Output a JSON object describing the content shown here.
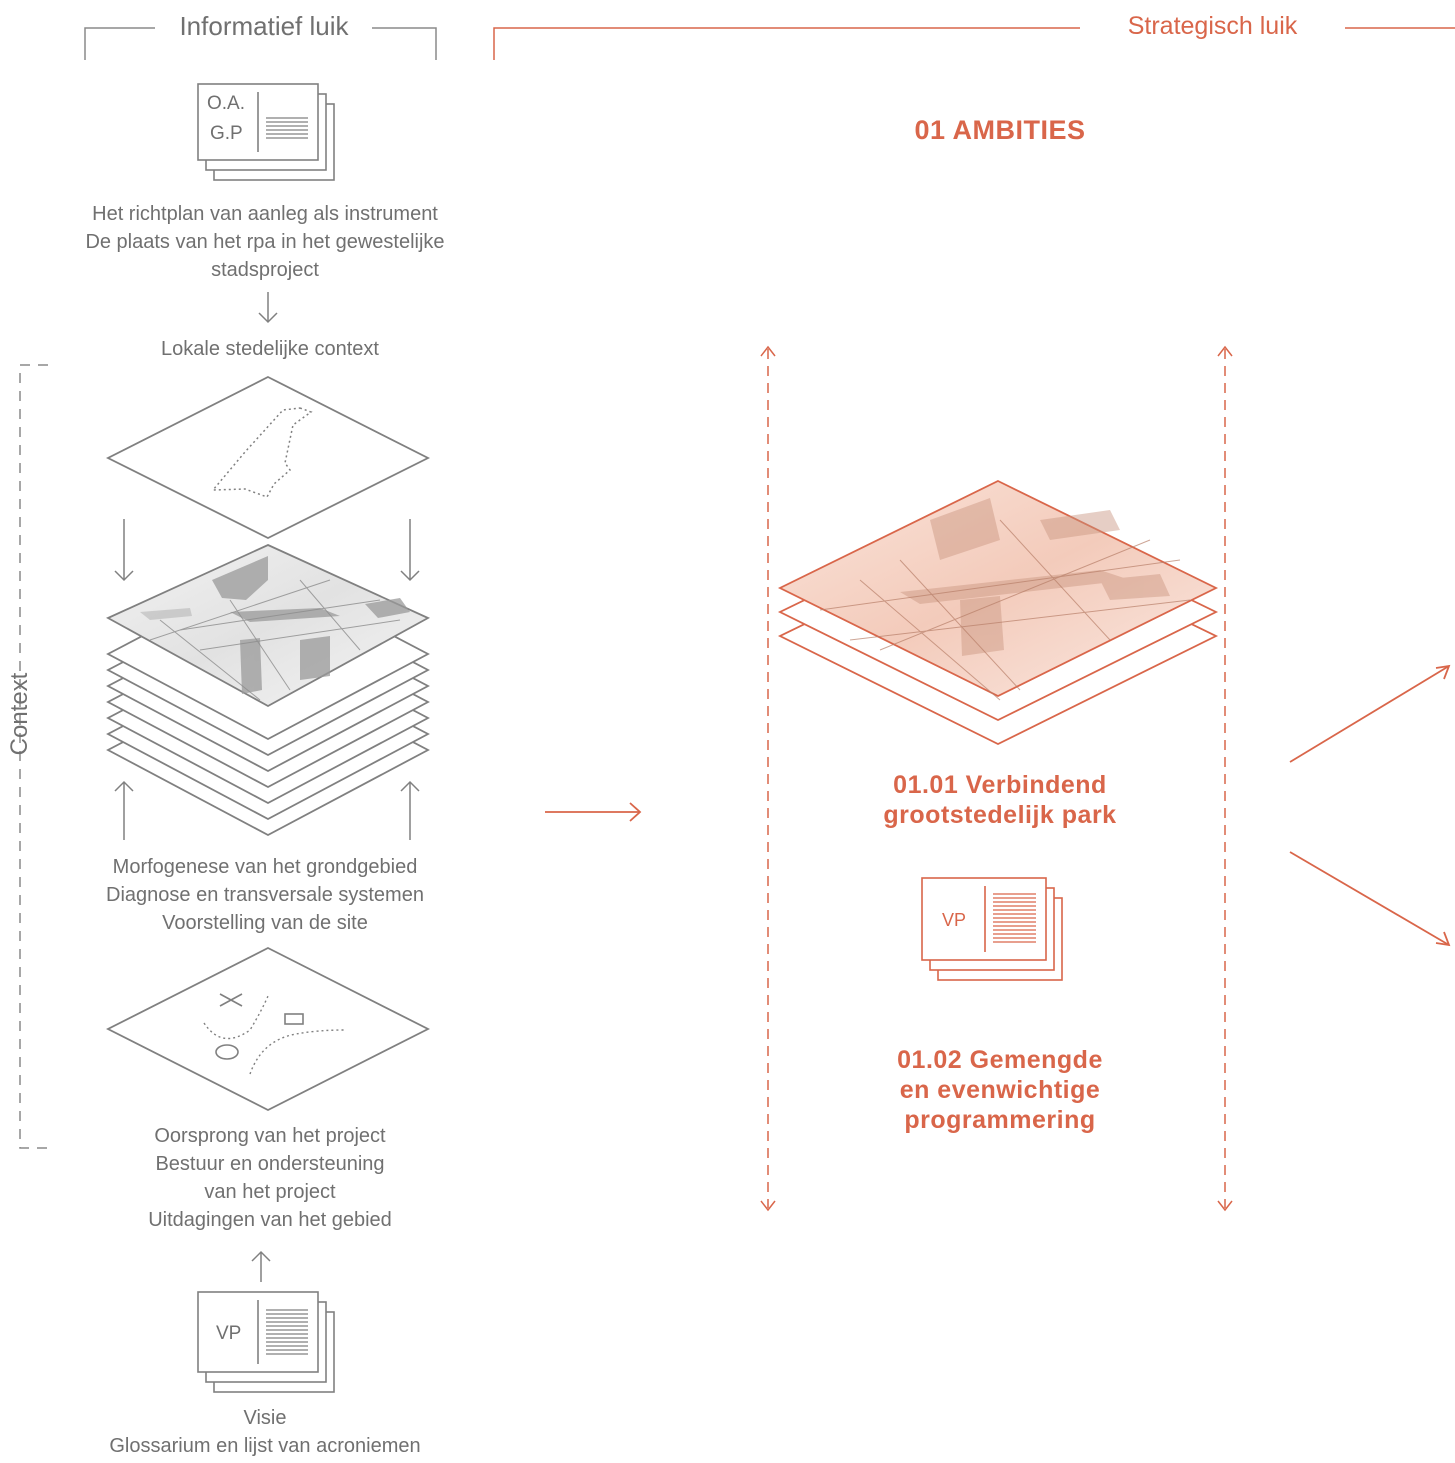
{
  "informatief": {
    "header": "Informatief luik",
    "doc_top": {
      "line1": "O.A.",
      "line2": "G.P"
    },
    "block1": [
      "Het richtplan van aanleg als instrument",
      "De plaats van het rpa in het gewestelijke",
      "stadsproject"
    ],
    "block2": "Lokale stedelijke context",
    "side_label": "Context",
    "block3": [
      "Morfogenese van het grondgebied",
      "Diagnose en transversale systemen",
      "Voorstelling van de site"
    ],
    "block4": [
      "Oorsprong van het project",
      "Bestuur en ondersteuning",
      "van het project",
      "Uitdagingen van het gebied"
    ],
    "doc_bottom": "VP",
    "block5": [
      "Visie",
      "Glossarium en lijst van acroniemen"
    ]
  },
  "strategisch": {
    "header": "Strategisch luik",
    "title": "01 AMBITIES",
    "item1": [
      "01.01  Verbindend",
      "grootstedelijk park"
    ],
    "doc": "VP",
    "item2": [
      "01.02  Gemengde",
      "en evenwichtige",
      "programmering"
    ]
  },
  "colors": {
    "grey": "#707070",
    "accent": "#d9664a"
  }
}
